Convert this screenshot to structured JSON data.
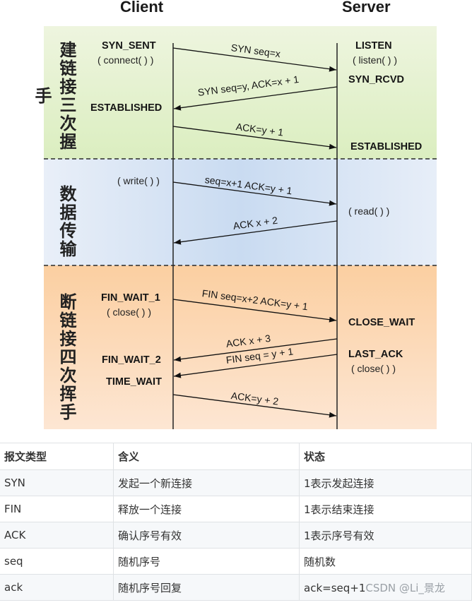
{
  "diagram": {
    "client_label": "Client",
    "server_label": "Server",
    "phases": [
      {
        "name": "建链接三次握手",
        "color": "#dbeec0"
      },
      {
        "name": "数据传输",
        "color": "#c9dbf1"
      },
      {
        "name": "断链接四次挥手",
        "color": "#fbcfa1"
      }
    ],
    "client_states": {
      "syn_sent": "SYN_SENT",
      "connect": "( connect( ) )",
      "established": "ESTABLISHED",
      "write": "( write( ) )",
      "fin_wait_1": "FIN_WAIT_1",
      "close": "( close( ) )",
      "fin_wait_2": "FIN_WAIT_2",
      "time_wait": "TIME_WAIT"
    },
    "server_states": {
      "listen": "LISTEN",
      "listen_call": "( listen( ) )",
      "syn_rcvd": "SYN_RCVD",
      "established": "ESTABLISHED",
      "read": "( read( ) )",
      "close_wait": "CLOSE_WAIT",
      "last_ack": "LAST_ACK",
      "close": "( close( ) )"
    },
    "messages": [
      {
        "text": "SYN seq=x",
        "direction": "client-to-server"
      },
      {
        "text": "SYN seq=y, ACK=x + 1",
        "direction": "server-to-client"
      },
      {
        "text": "ACK=y + 1",
        "direction": "client-to-server"
      },
      {
        "text": "seq=x+1 ACK=y + 1",
        "direction": "client-to-server"
      },
      {
        "text": "ACK x + 2",
        "direction": "server-to-client"
      },
      {
        "text": "FIN seq=x+2 ACK=y + 1",
        "direction": "client-to-server"
      },
      {
        "text": "ACK x + 3",
        "direction": "server-to-client"
      },
      {
        "text": "FIN seq = y + 1",
        "direction": "server-to-client"
      },
      {
        "text": "ACK=y + 2",
        "direction": "client-to-server"
      }
    ]
  },
  "table": {
    "headers": [
      "报文类型",
      "含义",
      "状态"
    ],
    "rows": [
      [
        "SYN",
        "发起一个新连接",
        "1表示发起连接"
      ],
      [
        "FIN",
        "释放一个连接",
        "1表示结束连接"
      ],
      [
        "ACK",
        "确认序号有效",
        "1表示序号有效"
      ],
      [
        "seq",
        "随机序号",
        "随机数"
      ],
      [
        "ack",
        "随机序号回复",
        "ack=seq+1"
      ]
    ]
  },
  "watermark": "CSDN @Li_景龙"
}
